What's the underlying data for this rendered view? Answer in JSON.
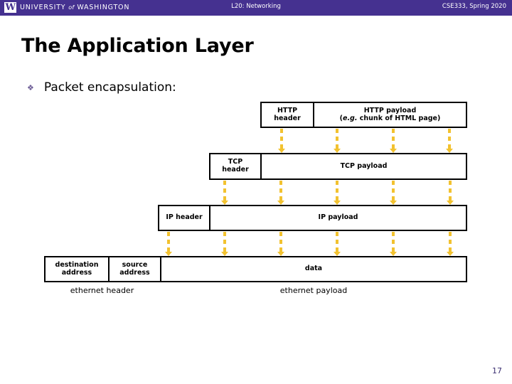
{
  "header": {
    "logo_w": "W",
    "university": "UNIVERSITY",
    "of": "of",
    "washington": "WASHINGTON",
    "center_title": "L20:  Networking",
    "right_title": "CSE333, Spring 2020",
    "bar_color": "#453190"
  },
  "slide": {
    "title": "The Application Layer",
    "bullet_glyph": "❖",
    "bullet_text": "Packet encapsulation:",
    "bullet_color": "#6b5b95",
    "page_number": "17"
  },
  "diagram": {
    "accent_color": "#f2c230",
    "box_border_color": "#000000",
    "rows": [
      {
        "name": "http",
        "cells": [
          {
            "label": "HTTP",
            "label2": "header"
          },
          {
            "label": "HTTP payload",
            "label2": "(e.g. chunk of HTML page)",
            "italic_part": "e.g."
          }
        ]
      },
      {
        "name": "tcp",
        "cells": [
          {
            "label": "TCP",
            "label2": "header"
          },
          {
            "label": "TCP payload"
          }
        ]
      },
      {
        "name": "ip",
        "cells": [
          {
            "label": "IP header"
          },
          {
            "label": "IP payload"
          }
        ]
      },
      {
        "name": "ethernet",
        "cells": [
          {
            "label": "destination",
            "label2": "address"
          },
          {
            "label": "source",
            "label2": "address"
          },
          {
            "label": "data"
          }
        ]
      }
    ],
    "captions": {
      "ethernet_header": "ethernet header",
      "ethernet_payload": "ethernet payload"
    },
    "connector_count": {
      "http_to_tcp": 4,
      "tcp_to_ip": 5,
      "ip_to_ethernet": 6
    }
  }
}
